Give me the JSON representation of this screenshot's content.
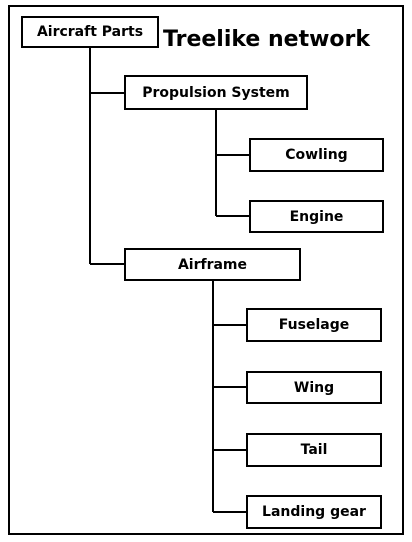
{
  "diagram": {
    "title": "Treelike network",
    "root": "Aircraft Parts",
    "groups": [
      {
        "label": "Propulsion System",
        "children": [
          "Cowling",
          "Engine"
        ]
      },
      {
        "label": "Airframe",
        "children": [
          "Fuselage",
          "Wing",
          "Tail",
          "Landing gear"
        ]
      }
    ]
  }
}
